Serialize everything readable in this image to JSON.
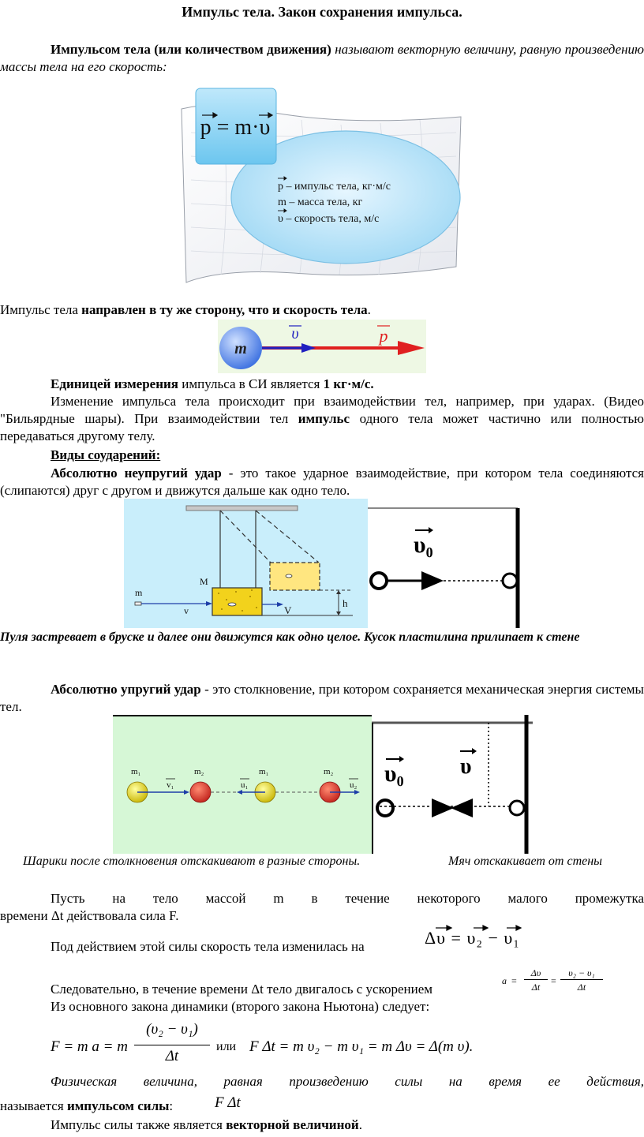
{
  "title": "Импульс тела. Закон сохранения   импульса.",
  "definition": {
    "term": "Импульсом тела  (или количеством движения)",
    "rest": " называют векторную величину, равную произведению массы тела на его скорость:"
  },
  "formula_card": {
    "formula": "p = m·υ",
    "legend": [
      "p  – импульс тела, кг·м/с",
      "m – масса тела, кг",
      "υ  – скорость тела, м/с"
    ]
  },
  "direction": {
    "pre": "Импульс тела ",
    "bold": "направлен в ту же сторону, что и скорость тела",
    "post": "."
  },
  "direction_fig": {
    "m": "m",
    "v": "υ",
    "p": "p"
  },
  "units": {
    "bold1": "Единицей измерения",
    "mid": " импульса в СИ является ",
    "bold2": "1 кг·м/с."
  },
  "change": {
    "pre": "Изменение импульса тела происходит при взаимодействии тел, например, при ударах. (Видео \"Бильярдные шары). При взаимодействии тел ",
    "bold": "импульс",
    "post": " одного тела может частично или полностью передаваться другому телу."
  },
  "collision_types": "Виды соударений:",
  "inelastic": {
    "bold": "Абсолютно неупругий удар",
    "rest": " - это такое ударное взаимодействие, при котором тела соединяются (слипаются) друг с другом и движутся дальше как одно тело."
  },
  "inelastic_fig": {
    "m": "m",
    "M": "M",
    "v": "v",
    "V": "V",
    "h": "h",
    "v0": "υ₀"
  },
  "inelastic_caption": "Пуля застревает в бруске и далее они движутся как одно целое.   Кусок пластилина прилипает к стене",
  "elastic": {
    "bold": "Абсолютно упругий удар",
    "rest": " - это столкновение, при котором сохраняется механическая энергия системы тел."
  },
  "elastic_fig": {
    "labels": [
      "m₁",
      "m₂",
      "m₁",
      "m₂"
    ],
    "vectors": [
      "v₁",
      "u₁",
      "u₂"
    ],
    "v0": "υ₀",
    "v": "υ"
  },
  "elastic_caption_left": "Шарики после столкновения отскакивают в разные стороны.",
  "elastic_caption_right": "Мяч отскакивает от стены",
  "force": {
    "line1": "Пусть      на      тело      массой m в      течение      некоторого      малого      промежутка",
    "line2": "времени Δt действовала сила F."
  },
  "velocity_change": {
    "text": "Под действием этой силы скорость тела изменилась на",
    "formula": "Δυ = υ₂ − υ₁"
  },
  "acceleration": {
    "text": "Следовательно, в течение времени Δt тело двигалось с ускорением",
    "a": "a",
    "eq": "=",
    "num1": "Δυ",
    "den1": "Δt",
    "num2": "υ₂ − υ₁",
    "den2": "Δt"
  },
  "newton": "Из основного закона динамики (второго закона Ньютона) следует:",
  "newton_formula": {
    "left": "F = m a = m",
    "num": "(υ₂ − υ₁)",
    "den": "Δt",
    "or": "или",
    "right": "F Δt = m υ₂ − m υ₁ = m Δυ = Δ(m υ)."
  },
  "impulse_def": {
    "line1": "Физическая      величина,      равная      произведению      силы      на      время      ее      действия,",
    "pre": "называется ",
    "bold": "импульсом силы",
    "post": ":",
    "formula": "F Δt"
  },
  "vector_note": {
    "pre": "Импульс силы также является ",
    "bold": "векторной величиной",
    "post": "."
  }
}
